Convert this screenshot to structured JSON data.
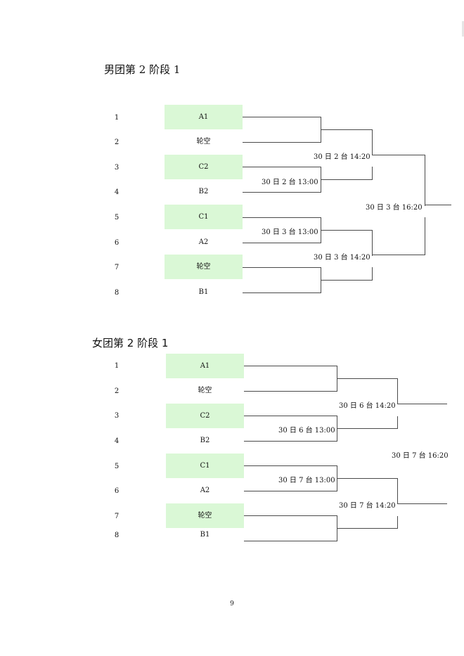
{
  "page_number": "9",
  "sections": [
    {
      "title": "男团第 2 阶段 1",
      "seeds": [
        "1",
        "2",
        "3",
        "4",
        "5",
        "6",
        "7",
        "8"
      ],
      "teams": [
        {
          "name": "A1",
          "highlight": true
        },
        {
          "name": "轮空",
          "highlight": false
        },
        {
          "name": "C2",
          "highlight": true
        },
        {
          "name": "B2",
          "highlight": false
        },
        {
          "name": "C1",
          "highlight": true
        },
        {
          "name": "A2",
          "highlight": false
        },
        {
          "name": "轮空",
          "highlight": true
        },
        {
          "name": "B1",
          "highlight": false
        }
      ],
      "matches": {
        "m1": "30 日 2 台 13:00",
        "m2": "30 日 3 台 13:00",
        "s1": "30 日 2 台 14:20",
        "s2": "30 日 3 台 14:20",
        "f": "30 日 3 台 16:20"
      }
    },
    {
      "title": "女团第 2 阶段 1",
      "seeds": [
        "1",
        "2",
        "3",
        "4",
        "5",
        "6",
        "7",
        "8"
      ],
      "teams": [
        {
          "name": "A1",
          "highlight": true
        },
        {
          "name": "轮空",
          "highlight": false
        },
        {
          "name": "C2",
          "highlight": true
        },
        {
          "name": "B2",
          "highlight": false
        },
        {
          "name": "C1",
          "highlight": true
        },
        {
          "name": "A2",
          "highlight": false
        },
        {
          "name": "轮空",
          "highlight": true
        },
        {
          "name": "B1",
          "highlight": false
        }
      ],
      "matches": {
        "m1": "30 日 6 台 13:00",
        "m2": "30 日 7 台 13:00",
        "s1": "30 日 6 台 14:20",
        "s2": "30 日 7 台 14:20",
        "f": "30 日 7 台 16:20"
      }
    }
  ]
}
